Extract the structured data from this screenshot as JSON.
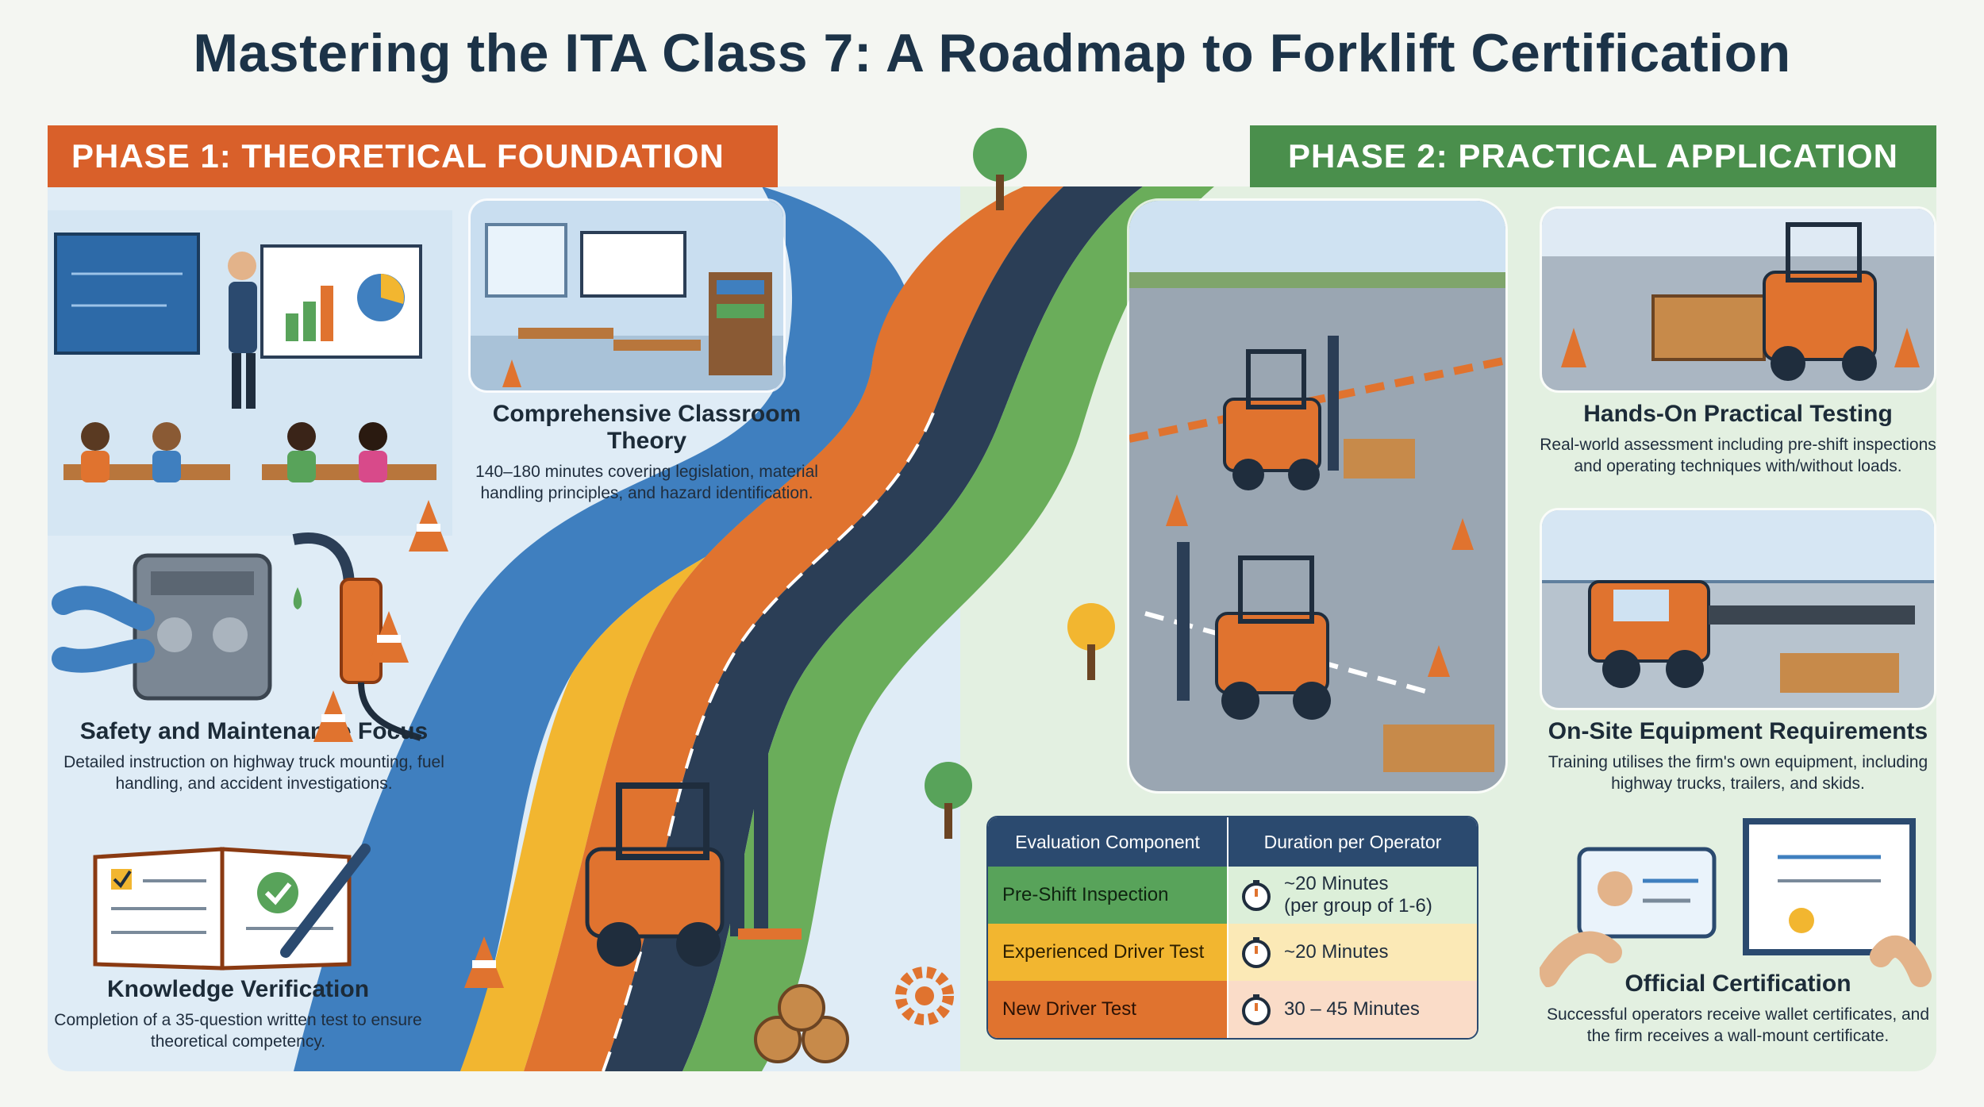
{
  "title": "Mastering the ITA Class 7: A Roadmap to Forklift Certification",
  "phases": {
    "phase1": "PHASE 1: THEORETICAL FOUNDATION",
    "phase2": "PHASE 2: PRACTICAL APPLICATION"
  },
  "sections": {
    "classroom": {
      "heading": "Comprehensive Classroom Theory",
      "text": "140–180 minutes covering legislation, material handling principles, and hazard identification."
    },
    "safety": {
      "heading": "Safety and Maintenance Focus",
      "text": "Detailed instruction on highway truck mounting, fuel handling, and accident investigations."
    },
    "knowledge": {
      "heading": "Knowledge Verification",
      "text": "Completion of a 35-question written test to ensure theoretical competency."
    },
    "hands_on": {
      "heading": "Hands-On Practical Testing",
      "text": "Real-world assessment including pre-shift inspections and operating techniques with/without loads."
    },
    "on_site": {
      "heading": "On-Site Equipment Requirements",
      "text": "Training utilises the firm's own equipment, including highway trucks, trailers, and skids."
    },
    "certification": {
      "heading": "Official Certification",
      "text": "Successful operators receive wallet certificates, and the firm receives a wall-mount certificate."
    }
  },
  "evaluation_table": {
    "headers": [
      "Evaluation Component",
      "Duration per Operator"
    ],
    "rows": [
      {
        "component": "Pre-Shift Inspection",
        "duration": "~20 Minutes",
        "note": "(per group of 1-6)"
      },
      {
        "component": "Experienced Driver Test",
        "duration": "~20 Minutes",
        "note": ""
      },
      {
        "component": "New Driver Test",
        "duration": "30 – 45 Minutes",
        "note": ""
      }
    ]
  },
  "colors": {
    "phase1": "#d9602a",
    "phase2": "#4a8f4c",
    "road_blue": "#3f7fbf",
    "road_yellow": "#f2b630",
    "road_orange": "#e0732f",
    "road_dark": "#2b3e56",
    "road_green": "#6aad5a"
  }
}
